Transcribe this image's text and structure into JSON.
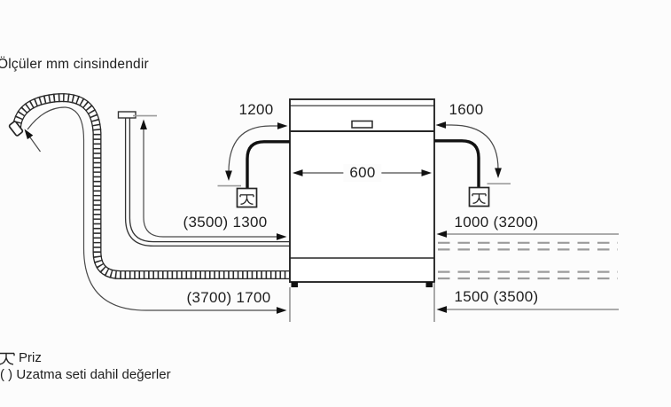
{
  "title": "Ölçüler mm cinsindendir",
  "dimensions": {
    "unit_width": "600",
    "cable_left": "1200",
    "cable_right": "1600",
    "supply_hose_left": "(3500) 1300",
    "supply_hose_right": "1000 (3200)",
    "drain_hose_left": "(3700) 1700",
    "drain_hose_right": "1500 (3500)"
  },
  "legend": {
    "socket_label": "Priz",
    "parentheses_note": "( ) Uzatma seti dahil değerler"
  },
  "colors": {
    "line": "#262626",
    "thin_line": "#4a4a4a",
    "tick": "#9c9c9c",
    "dash": "#9b9b9b"
  },
  "icons": [
    "socket-icon",
    "tap-connector-icon",
    "arrow-icons"
  ]
}
